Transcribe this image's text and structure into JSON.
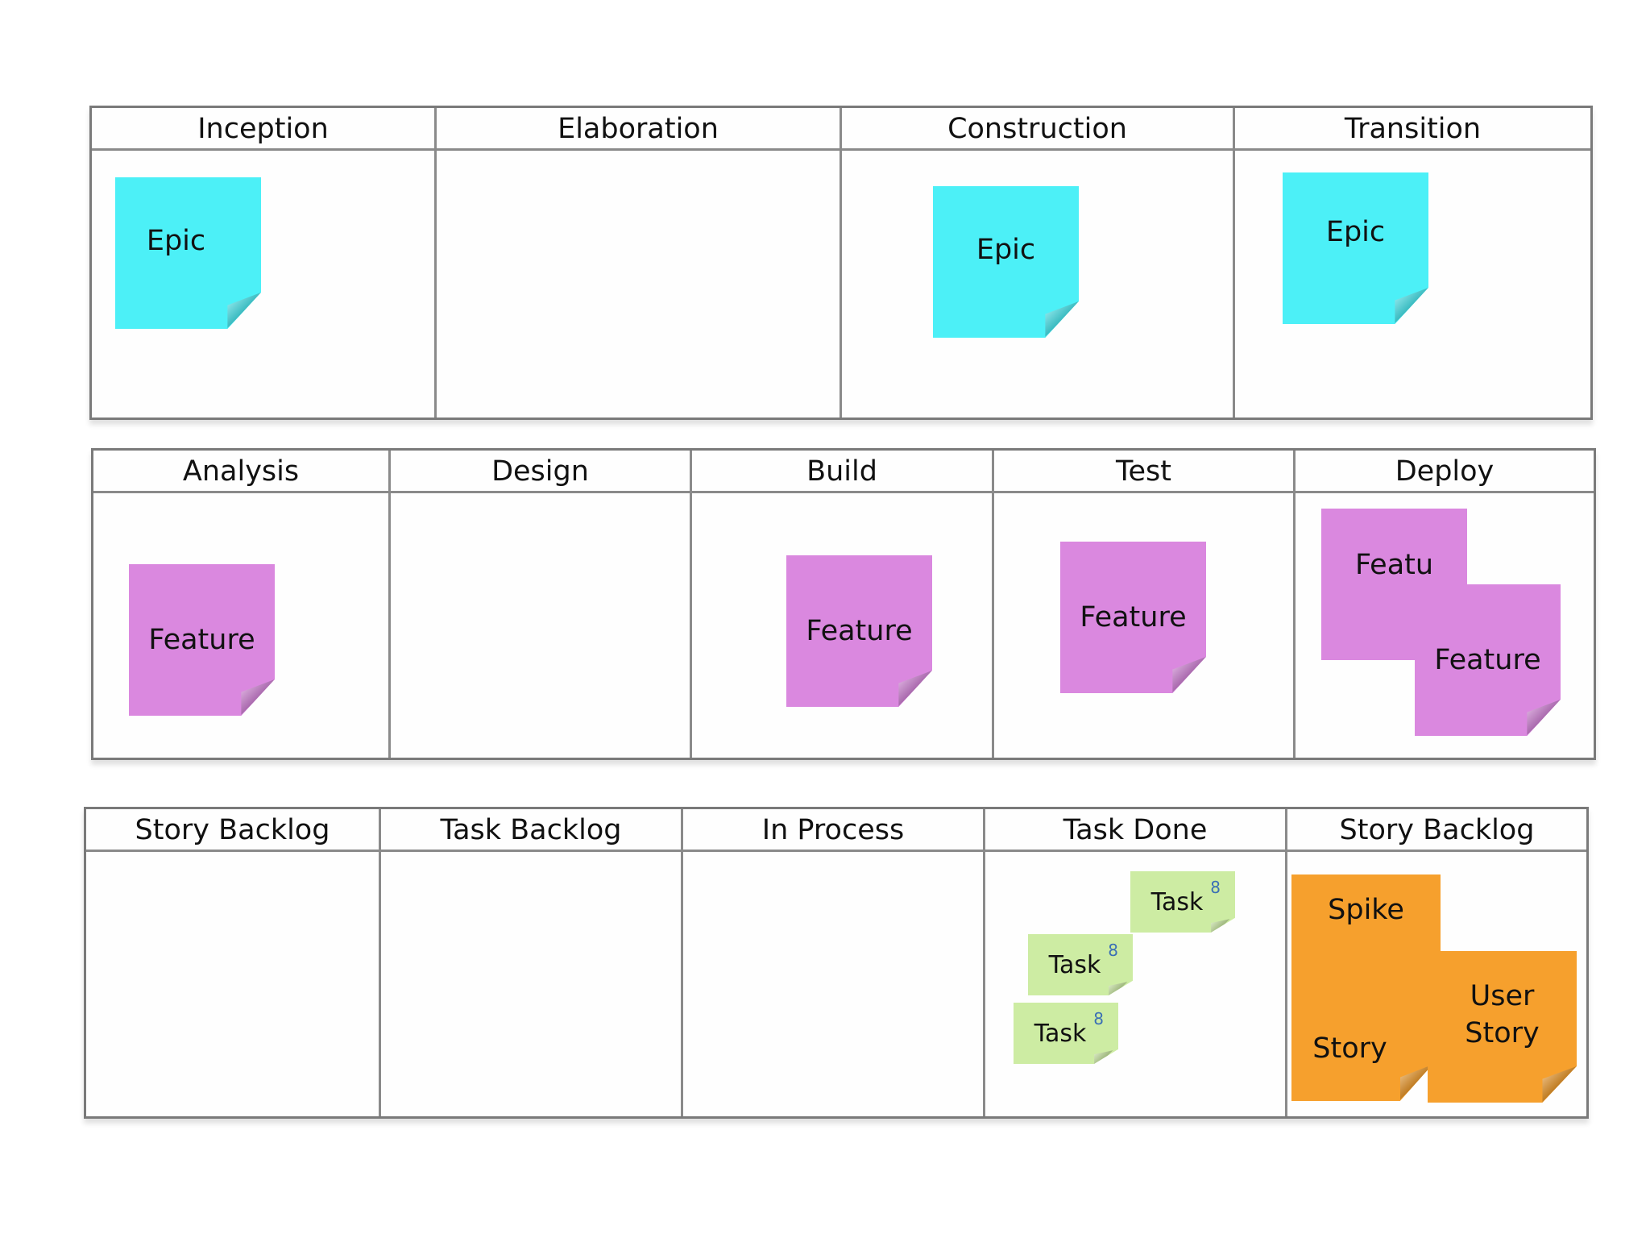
{
  "row1": {
    "columns": [
      "Inception",
      "Elaboration",
      "Construction",
      "Transition"
    ],
    "notes": [
      "Epic",
      "Epic",
      "Epic"
    ]
  },
  "row2": {
    "columns": [
      "Analysis",
      "Design",
      "Build",
      "Test",
      "Deploy"
    ],
    "notes": [
      "Feature",
      "Feature",
      "Feature",
      "Featu",
      "Feature"
    ]
  },
  "row3": {
    "columns": [
      "Story Backlog",
      "Task Backlog",
      "In Process",
      "Task Done",
      "Story Backlog"
    ],
    "tasks": [
      {
        "label": "Task",
        "points": "8"
      },
      {
        "label": "Task",
        "points": "8"
      },
      {
        "label": "Task",
        "points": "8"
      }
    ],
    "spike_story": {
      "line1": "Spike",
      "line2": "Story"
    },
    "user_story": {
      "line1": "User",
      "line2": "Story"
    }
  },
  "colors": {
    "epic": "#4cf0f7",
    "feature": "#da88df",
    "task": "#cdeca3",
    "story": "#f6a02d",
    "border": "#7a7a7a"
  }
}
